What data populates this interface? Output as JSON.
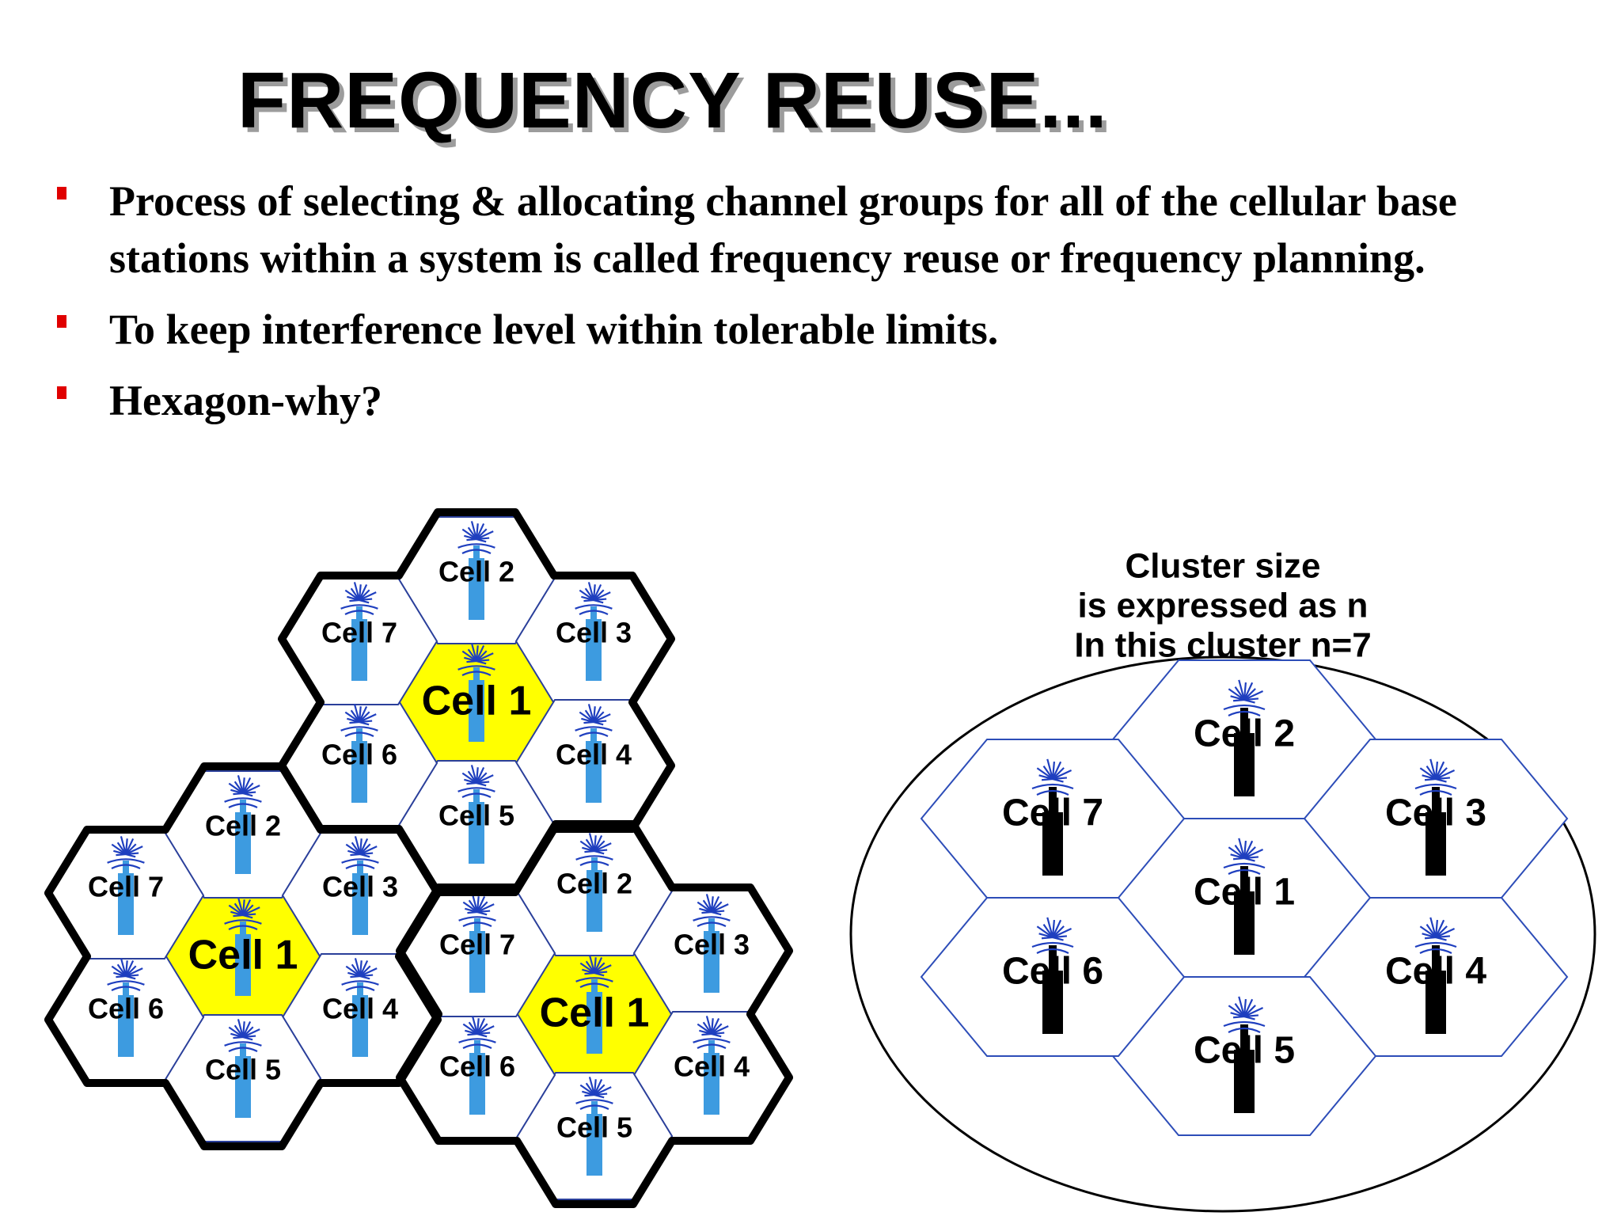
{
  "slide": {
    "title": "FREQUENCY REUSE...",
    "bullets": [
      "Process of selecting  & allocating channel groups for all of the cellular base stations within a system is called frequency reuse or frequency planning.",
      "To keep interference level within tolerable limits.",
      "Hexagon-why?"
    ]
  },
  "colors": {
    "bullet_marker": "#e00000",
    "center_cell_fill": "#ffff00",
    "tower_light_blue": "#3d9be0",
    "antenna_rays_blue": "#1f3fbf",
    "right_hex_outline": "#2d4db8",
    "cluster_outline": "#000000"
  },
  "left_diagram": {
    "clusters": [
      {
        "name": "top cluster",
        "center_label": "Cell 1",
        "cells": [
          "Cell 2",
          "Cell 3",
          "Cell 4",
          "Cell 5",
          "Cell 6",
          "Cell 7"
        ]
      },
      {
        "name": "left cluster",
        "center_label": "Cell 1",
        "cells": [
          "Cell 2",
          "Cell 3",
          "Cell 4",
          "Cell 5",
          "Cell 6",
          "Cell 7"
        ]
      },
      {
        "name": "right cluster",
        "center_label": "Cell 1",
        "cells": [
          "Cell 2",
          "Cell 3",
          "Cell 4",
          "Cell 5",
          "Cell 6",
          "Cell 7"
        ]
      }
    ]
  },
  "right_diagram": {
    "caption_lines": [
      "Cluster size",
      "is expressed as n",
      "In this cluster n=7"
    ],
    "center_label": "Cell 1",
    "cells": [
      "Cell 2",
      "Cell 3",
      "Cell 4",
      "Cell 5",
      "Cell 6",
      "Cell 7"
    ]
  }
}
